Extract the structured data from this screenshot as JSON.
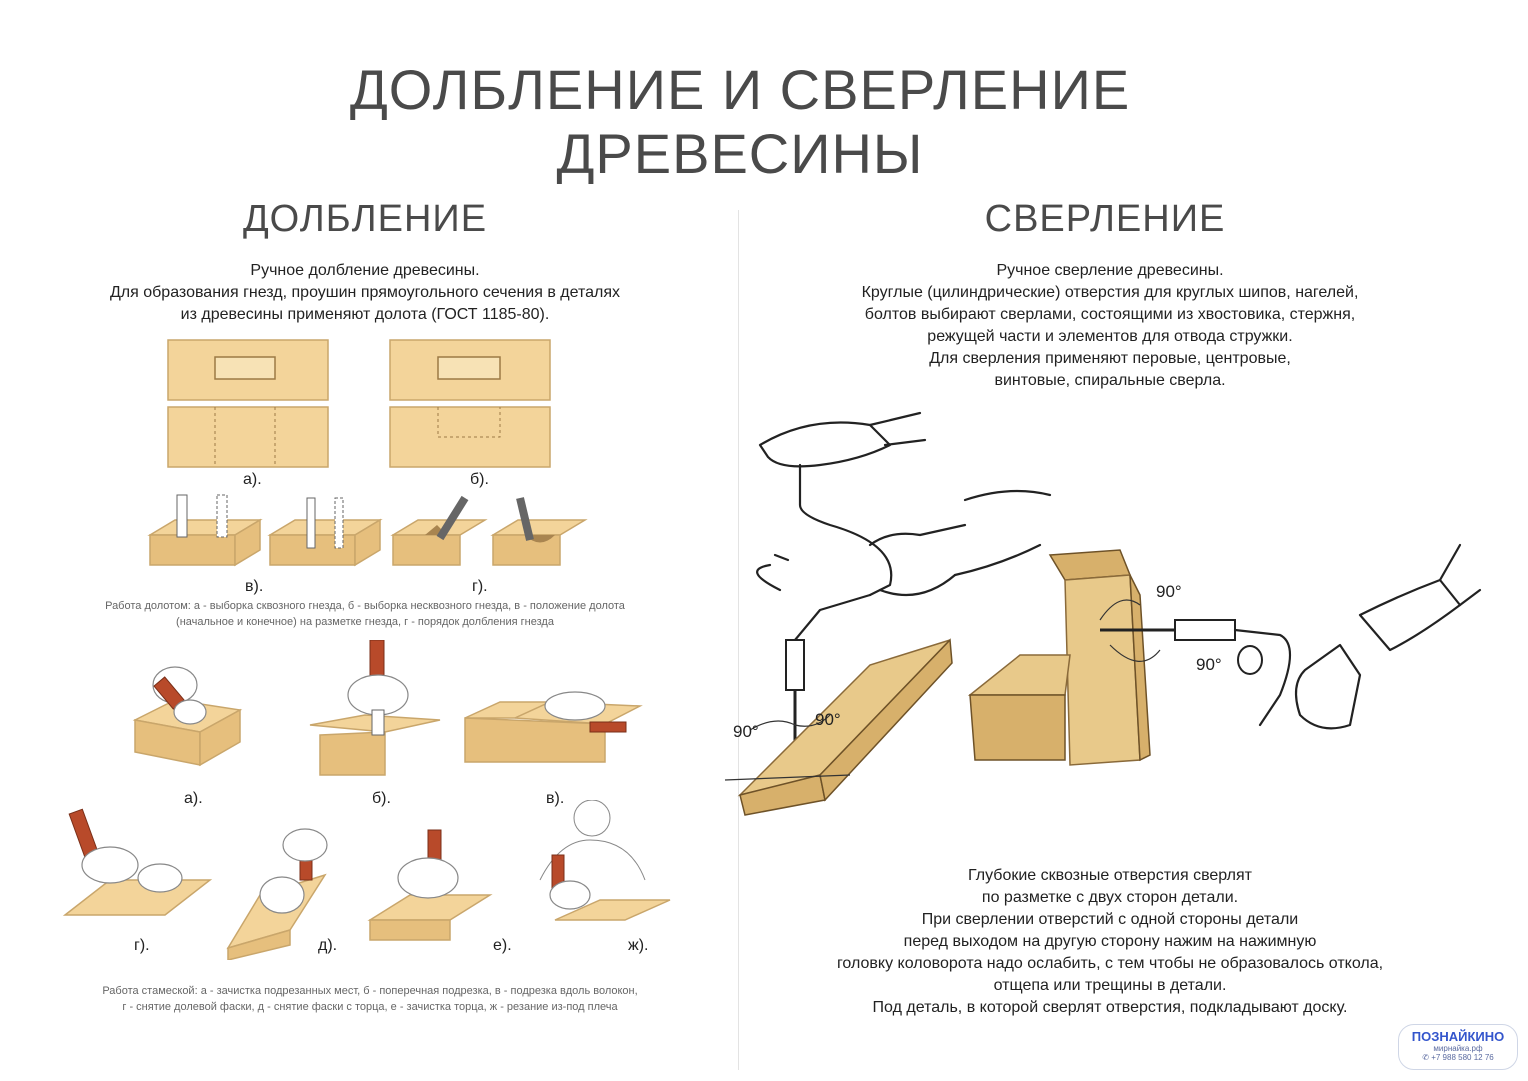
{
  "title": {
    "line1": "ДОЛБЛЕНИЕ И СВЕРЛЕНИЕ",
    "line2": "ДРЕВЕСИНЫ"
  },
  "left": {
    "heading": "ДОЛБЛЕНИЕ",
    "intro": [
      "Ручное долбление древесины.",
      "Для образования гнезд, проушин прямоугольного сечения в деталях",
      "из древесины применяют долота (ГОСТ 1185-80)."
    ],
    "fig_labels_top": [
      "а).",
      "б).",
      "в).",
      "г)."
    ],
    "caption1": [
      "Работа долотом: а - выборка сквозного гнезда, б - выборка несквозного гнезда, в - положение долота",
      "(начальное и конечное) на разметке гнезда, г - порядок долбления гнезда"
    ],
    "fig_labels_bottom": [
      "а).",
      "б).",
      "в).",
      "г).",
      "д).",
      "е).",
      "ж)."
    ],
    "caption2": [
      "Работа стамеской: а - зачистка подрезанных мест, б - поперечная подрезка, в - подрезка вдоль волокон,",
      "г - снятие долевой фаски, д - снятие фаски с торца, е - зачистка торца, ж - резание из-под плеча"
    ]
  },
  "right": {
    "heading": "СВЕРЛЕНИЕ",
    "intro": [
      "Ручное сверление древесины.",
      "Круглые (цилиндрические) отверстия для круглых шипов, нагелей,",
      "болтов выбирают сверлами, состоящими из хвостовика, стержня,",
      "режущей части и элементов для отвода стружки.",
      "Для сверления применяют перовые, центровые,",
      "винтовые, спиральные сверла."
    ],
    "angles": [
      "90°",
      "90°",
      "90°",
      "90°"
    ],
    "outro": [
      "Глубокие сквозные отверстия сверлят",
      "по разметке с двух сторон детали.",
      "При сверлении отверстий с одной стороны детали",
      "перед выходом на другую сторону нажим на нажимную",
      "головку коловорота надо ослабить, с тем чтобы не образовалось откола,",
      "отщепа или трещины в детали.",
      "Под деталь, в которой сверлят отверстия, подкладывают доску."
    ]
  },
  "logo": {
    "brand": "ПОЗНАЙКИНО",
    "site": "мирнайка.рф",
    "phone": "✆ +7 988 580 12 76"
  }
}
